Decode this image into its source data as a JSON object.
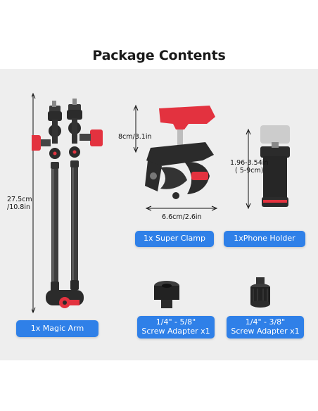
{
  "page": {
    "title": "Package Contents"
  },
  "items": {
    "magic_arm": {
      "label": "1x Magic Arm",
      "dimension_line1": "27.5cm",
      "dimension_line2": "/10.8in"
    },
    "super_clamp": {
      "label": "1x Super Clamp",
      "height": "8cm/3.1in",
      "width": "6.6cm/2.6in"
    },
    "phone_holder": {
      "label": "1xPhone Holder",
      "range_line1": "1.96-3.54in",
      "range_line2": "( 5-9cm)"
    },
    "adapter_58": {
      "label_line1": "1/4\" - 5/8\"",
      "label_line2": "Screw Adapter x1"
    },
    "adapter_38": {
      "label_line1": "1/4\" - 3/8\"",
      "label_line2": "Screw Adapter x1"
    }
  },
  "colors": {
    "accent": "#2f80e8",
    "knob_red": "#e3323f",
    "metal": "#2b2b2b",
    "panel": "#eeeeee"
  },
  "icons": [
    "magic-arm-image",
    "super-clamp-image",
    "phone-holder-image",
    "screw-adapter-image",
    "dimension-arrow-icon"
  ]
}
